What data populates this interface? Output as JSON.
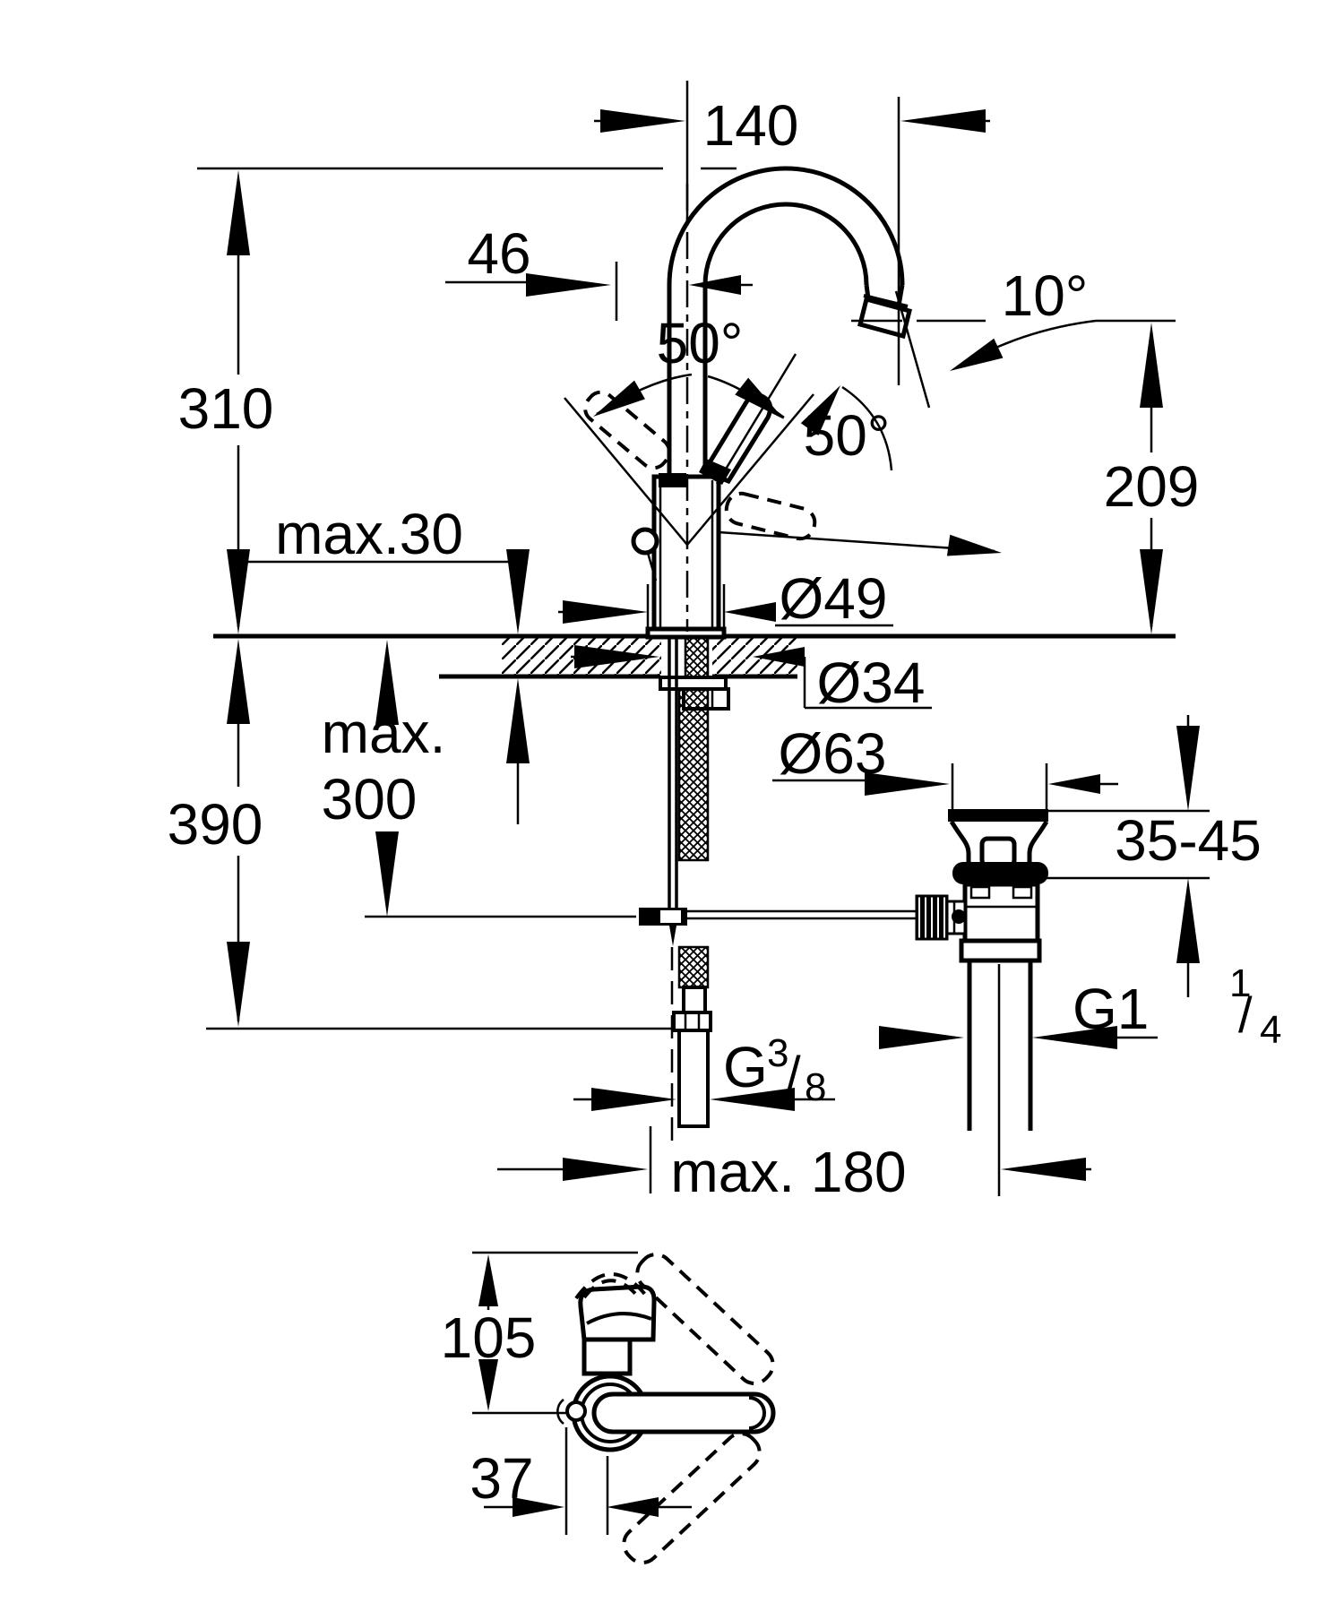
{
  "diagram": {
    "title": "basin-mixer-technical-drawing",
    "views": [
      "front-installation-view",
      "top-view"
    ],
    "labels": {
      "spout_reach": "140",
      "spout_offset": "46",
      "height_above_deck": "310",
      "handle_swivel_left": "50°",
      "handle_swivel_right": "50°",
      "outlet_angle": "10°",
      "outlet_height": "209",
      "deck_thickness_max": "max.30",
      "body_base_diameter": "Ø49",
      "deck_hole_diameter": "Ø34",
      "waste_flange_diameter": "Ø63",
      "install_depth_word": "max.",
      "install_depth_value": "300",
      "below_deck_length": "390",
      "waste_clamp_range": "35-45",
      "waste_thread_base": "G1",
      "waste_thread_sup": "1",
      "waste_thread_slash": "/",
      "waste_thread_sub": "4",
      "supply_thread_base": "G",
      "supply_thread_sup": "3",
      "supply_thread_slash": "/",
      "supply_thread_sub": "8",
      "hole_spacing_max": "max. 180",
      "top_view_height": "105",
      "top_view_offset": "37"
    }
  }
}
